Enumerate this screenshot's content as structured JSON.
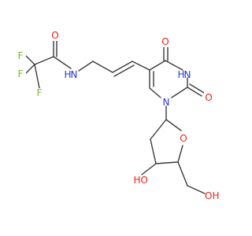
{
  "molecule": {
    "atoms": {
      "F1": "F",
      "F2": "F",
      "F3": "F",
      "O_amide": "O",
      "NH_amide": "H",
      "N_amide": "N",
      "O_c4": "O",
      "N3_H": "H",
      "N3": "N",
      "O_c2": "O",
      "N1": "N",
      "O_ring": "O",
      "OH3_O": "O",
      "OH3_H": "HO",
      "OH5_O": "O",
      "OH5_H": "OH"
    },
    "colors": {
      "fluorine": "#6fbf1f",
      "oxygen": "#e8231a",
      "nitrogen": "#2c35d8",
      "bond": "#3a3a3a"
    }
  }
}
